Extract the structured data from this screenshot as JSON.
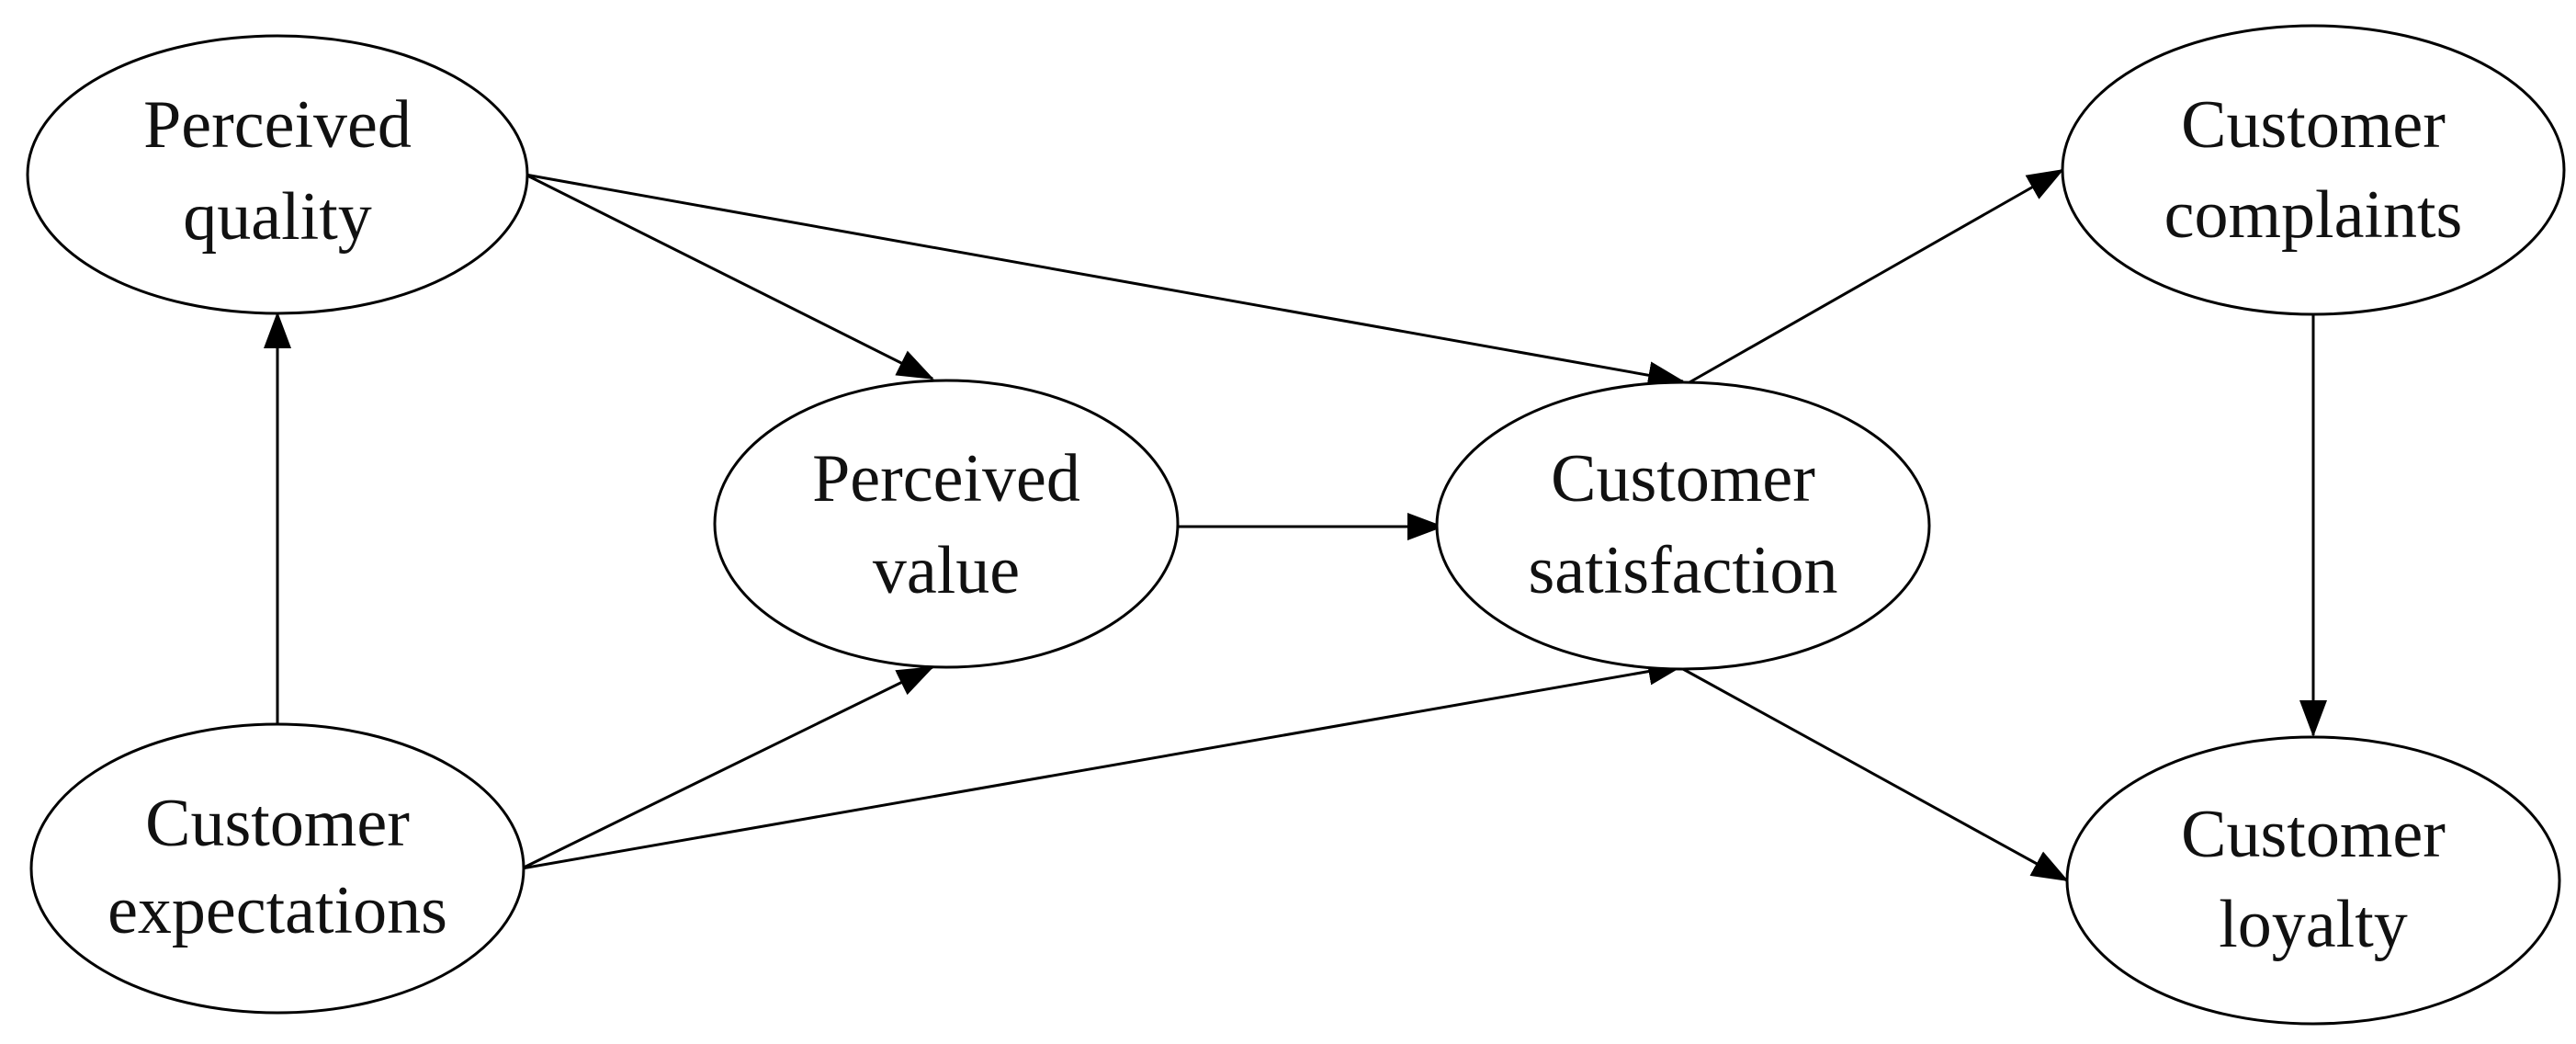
{
  "nodes": {
    "perceived_quality": {
      "line1": "Perceived",
      "line2": "quality"
    },
    "customer_expectations": {
      "line1": "Customer",
      "line2": "expectations"
    },
    "perceived_value": {
      "line1": "Perceived",
      "line2": "value"
    },
    "customer_satisfaction": {
      "line1": "Customer",
      "line2": "satisfaction"
    },
    "customer_complaints": {
      "line1": "Customer",
      "line2": "complaints"
    },
    "customer_loyalty": {
      "line1": "Customer",
      "line2": "loyalty"
    }
  },
  "edges": [
    {
      "from": "customer_expectations",
      "to": "perceived_quality"
    },
    {
      "from": "perceived_quality",
      "to": "perceived_value"
    },
    {
      "from": "perceived_quality",
      "to": "customer_satisfaction"
    },
    {
      "from": "customer_expectations",
      "to": "perceived_value"
    },
    {
      "from": "customer_expectations",
      "to": "customer_satisfaction"
    },
    {
      "from": "perceived_value",
      "to": "customer_satisfaction"
    },
    {
      "from": "customer_satisfaction",
      "to": "customer_complaints"
    },
    {
      "from": "customer_satisfaction",
      "to": "customer_loyalty"
    },
    {
      "from": "customer_complaints",
      "to": "customer_loyalty"
    }
  ]
}
